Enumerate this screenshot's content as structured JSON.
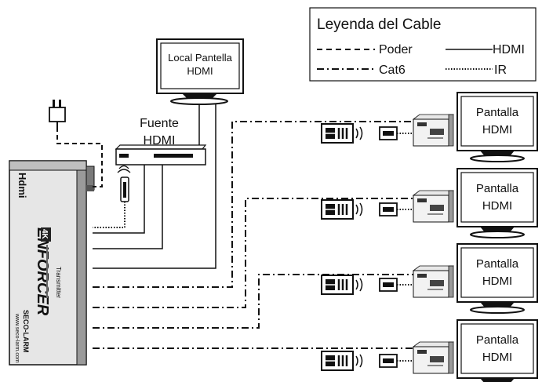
{
  "legend": {
    "title": "Leyenda del Cable",
    "power": "Poder",
    "hdmi": "HDMI",
    "cat6": "Cat6",
    "ir": "IR"
  },
  "local_display": {
    "line1": "Local Pantella",
    "line2": "HDMI"
  },
  "source": {
    "line1": "Fuente",
    "line2": "HDMI"
  },
  "remote_displays": [
    {
      "line1": "Pantalla",
      "line2": "HDMI"
    },
    {
      "line1": "Pantalla",
      "line2": "HDMI"
    },
    {
      "line1": "Pantalla",
      "line2": "HDMI"
    },
    {
      "line1": "Pantalla",
      "line2": "HDMI"
    }
  ],
  "transmitter": {
    "hdmi_logo": "Hdmi",
    "brand": "ENFORCER",
    "badge": "4K",
    "model": "Transmitter",
    "maker": "SECO-LARM",
    "website": "www.seco-larm.com"
  },
  "colors": {
    "line": "#111111",
    "device_fill": "#d8d8d8",
    "screen_fill": "#ffffff"
  }
}
